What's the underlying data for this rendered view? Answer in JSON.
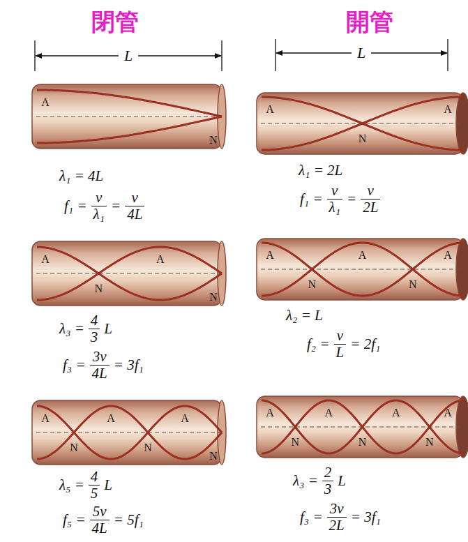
{
  "diagram": {
    "labels": [
      "閉管",
      "開管",
      "L",
      "L",
      "A",
      "N",
      "λ₁ = 4L",
      "f₁ =",
      "v",
      "λ₁",
      "=",
      "v",
      "4L",
      "A",
      "N",
      "A",
      "λ₁ = 2L",
      "f₁ =",
      "v",
      "λ₁",
      "=",
      "v",
      "2L",
      "A",
      "N",
      "A",
      "N",
      "λ₃ =",
      "4",
      "3",
      "L",
      "f₃ =",
      "3v",
      "4L",
      "= 3f₁",
      "A",
      "N",
      "A",
      "N",
      "A",
      "λ₂ = L",
      "f₂ =",
      "v",
      "L",
      "= 2f₁",
      "A",
      "N",
      "A",
      "N",
      "A",
      "N",
      "λ₅ =",
      "4",
      "5",
      "L",
      "f₅ =",
      "5v",
      "4L",
      "= 5f₁",
      "A",
      "N",
      "A",
      "N",
      "A",
      "N",
      "A",
      "λ₃ =",
      "2",
      "3",
      "L",
      "f₃ =",
      "3v",
      "2L",
      "= 3f₁"
    ]
  }
}
